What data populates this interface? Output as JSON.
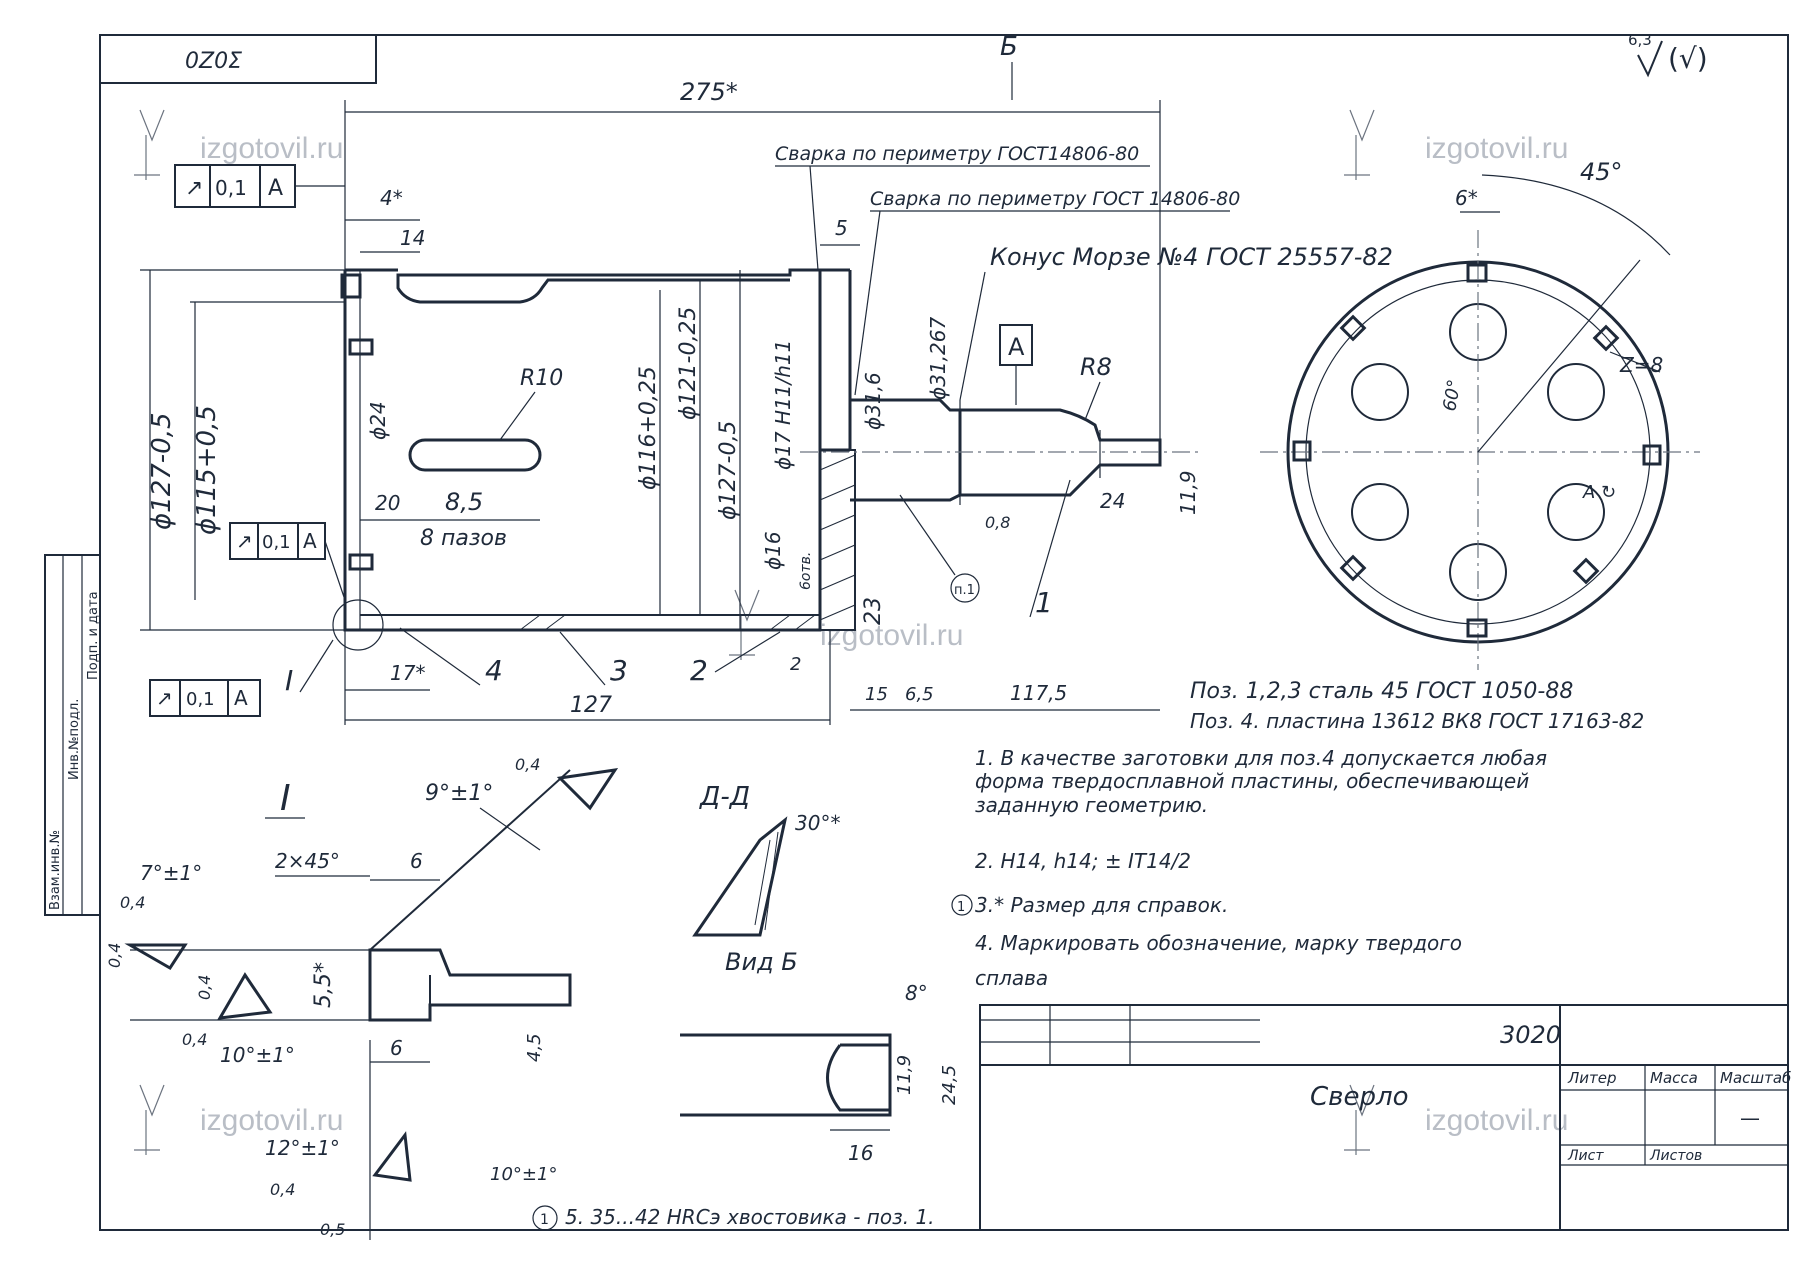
{
  "doc_code_corner": "0Z0Σ",
  "doc_code": "3020",
  "roughness": "6,3",
  "roughness_rest": "(√)",
  "section_letter": "Б",
  "dims": {
    "overall_len": "275*",
    "d4": "4*",
    "d14": "14",
    "d5": "5",
    "d6star": "6*",
    "d45deg": "45°",
    "z8": "Z=8",
    "d60": "60°",
    "dia127": "ϕ127-0,5",
    "dia115": "ϕ115+0,5",
    "dia24": "ϕ24",
    "r10": "R10",
    "r8": "R8",
    "dia116": "ϕ116+0,25",
    "dia121": "ϕ121-0,25",
    "dia127b": "ϕ127-0,5",
    "fit17": "ϕ17 H11/h11",
    "dia316": "ϕ31,6",
    "dia31267": "ϕ31,267",
    "dia16": "ϕ16",
    "holes6": "6отв.",
    "d20": "20",
    "d85": "8,5",
    "slots8": "8 пазов",
    "d23": "23",
    "d24": "24",
    "d119": "11,9",
    "rough08": "0,8",
    "d17": "17*",
    "d127": "127",
    "d2": "2",
    "d15": "15",
    "d65": "6,5",
    "d1175": "117,5",
    "sectionA": "А",
    "rot": "А ↻",
    "sectionAA": "Д-Д",
    "angle30": "30°*",
    "viewB": "Вид Б",
    "angle8": "8°",
    "d119b": "11,9",
    "d245": "24,5",
    "d16": "16"
  },
  "gdt": [
    {
      "sym": "↗",
      "tol": "0,1",
      "base": "А"
    },
    {
      "sym": "↗",
      "tol": "0,1",
      "base": "А"
    },
    {
      "sym": "↗",
      "tol": "0,1",
      "base": "А"
    }
  ],
  "weld1": "Сварка по периметру ГОСТ14806-80",
  "weld2": "Сварка по периметру ГОСТ 14806-80",
  "morse": "Конус Морзе №4 ГОСТ 25557-82",
  "positions": [
    "1",
    "2",
    "3",
    "4"
  ],
  "pos_note": "п.1",
  "view_mark": "I",
  "detail": {
    "title": "I",
    "r04a": "0,4",
    "a9": "9°±1°",
    "c2x45": "2×45°",
    "d6a": "6",
    "a7": "7°±1°",
    "r04b": "0,4",
    "r04c": "0,4",
    "r04d": "0,4",
    "r04e": "0,4",
    "d55": "5,5*",
    "d6b": "6",
    "a10": "10°±1°",
    "d45": "4,5",
    "a12": "12°±1°",
    "r04f": "0,4",
    "a10b": "10°±1°",
    "d05": "0,5"
  },
  "material": [
    "Поз. 1,2,3  сталь 45 ГОСТ 1050-88",
    "Поз. 4.  пластина 13612 ВК8 ГОСТ 17163-82"
  ],
  "notes": [
    "1.   В качестве заготовки для поз.4 допускается любая",
    "      форма твердосплавной пластины, обеспечивающей",
    "      заданную геометрию.",
    "2.   H14, h14; ± IT14/2",
    "3.* Размер для справок.",
    "4.   Маркировать обозначение, марку твердого",
    "      сплава"
  ],
  "note_circle": "1",
  "hardness_note": "5. 35...42 HRCэ хвостовика - поз. 1.",
  "title_block": {
    "name": "Сверло",
    "litera": "Литер",
    "massa": "Масса",
    "masshtab": "Масштаб",
    "scale": "—",
    "list": "Лист",
    "listov": "Листов"
  },
  "side_stamp": [
    "Взам.инв.№",
    "Инв.№подл.",
    "Подп. и дата"
  ],
  "watermark": "izgotovil.ru"
}
